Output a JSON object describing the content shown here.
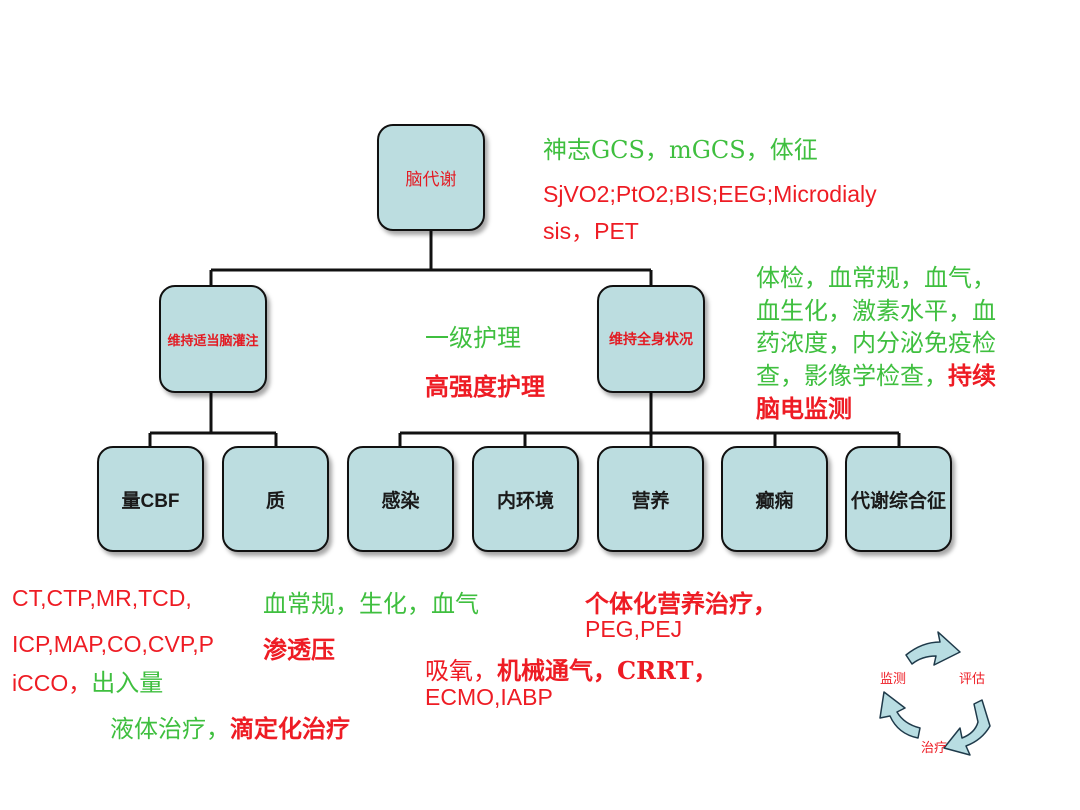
{
  "nodes": {
    "root": "脑代谢",
    "left": "维持适当脑灌注",
    "right": "维持全身状况",
    "leaf1": "量CBF",
    "leaf2": "质",
    "leaf3": "感染",
    "leaf4": "内环境",
    "leaf5": "营养",
    "leaf6": "癫痫",
    "leaf7": "代谢综合征"
  },
  "annotations": {
    "top_green": "神志GCS，mGCS，体征",
    "top_red_1": "SjVO2;PtO2;BIS;EEG;Microdialy",
    "top_red_2": "sis，PET",
    "center_green": "一级护理",
    "center_red": "高强度护理",
    "right_green_1": "体检，血常规，血气，",
    "right_green_2": "血生化，激素水平，血",
    "right_green_3": "药浓度，内分泌免疫检",
    "right_green_4a": "查，影像学检查，",
    "right_red_4b": "持续",
    "right_red_5": "脑电监测",
    "b1_red": "CT,CTP,MR,TCD,",
    "b1_green": "血常规，生化，血气",
    "b2_red_1": "ICP,MAP,CO,CVP,P",
    "b2_red_osm": "渗透压",
    "b2_red_2": "iCCO，",
    "b2_green_2": "出入量",
    "b3_green": "液体治疗，",
    "b3_red": "滴定化治疗",
    "b4_red_1": "个体化营养治疗，",
    "b4_red_2": "PEG,PEJ",
    "b5_red_1a": "吸氧，",
    "b5_red_1b": "机械通气，CRRT，",
    "b5_red_2": "ECMO,IABP"
  },
  "cycle": {
    "monitor": "监测",
    "evaluate": "评估",
    "treat": "治疗"
  },
  "colors": {
    "node_fill": "#bcdde0",
    "green": "#3fbf3f",
    "red": "#ee1c24",
    "arrow_fill": "#b8dde2"
  }
}
